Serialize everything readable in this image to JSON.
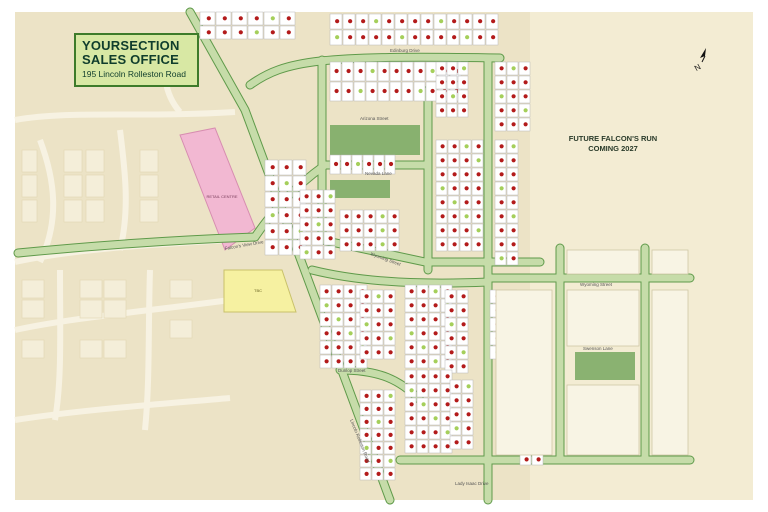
{
  "sales_office": {
    "title_line1": "YOURSECTION",
    "title_line2": "SALES OFFICE",
    "address": "195 Lincoln Rolleston Road"
  },
  "future_area": {
    "line1": "FUTURE FALCON'S RUN",
    "line2": "COMING 2027"
  },
  "compass": {
    "letter": "N",
    "icon": "north-arrow-icon"
  },
  "colors": {
    "background_land": "#ece3c6",
    "future_land": "#f3ecd3",
    "frame": "#ffffff",
    "road_green": "#c6dca9",
    "road_edge": "#5f9a4a",
    "lot_fill": "#ffffff",
    "lot_stroke": "#b7b7b7",
    "sold_dot": "#b31b1b",
    "available_dot": "#a5cf5b",
    "reserve_green": "#77a85f",
    "pink_parcel": "#f2b8d2",
    "yellow_parcel": "#f6f1a1"
  },
  "legend_markers": {
    "sold": "sold-dot",
    "available": "available-dot"
  },
  "streets": {
    "edinburg_drive": "Edinburg Drive",
    "arizona_street": "Arizona Street",
    "nevada_lane": "Nevada Lane",
    "wyoming_street_east": "Wyoming Street",
    "wyoming_street_mid": "Wyoming Street",
    "falcons_view_drive": "Falcon's View Drive",
    "dunlop_street": "Dunlop Street",
    "lincoln_rolleston_road": "Lincoln Rolleston Road",
    "lady isaac": "Lady Isaac Drive",
    "swenson_lane": "Swenson Lane"
  },
  "parcels": {
    "pink_label": "RETAIL CENTRE",
    "yellow_label": "TBC"
  }
}
